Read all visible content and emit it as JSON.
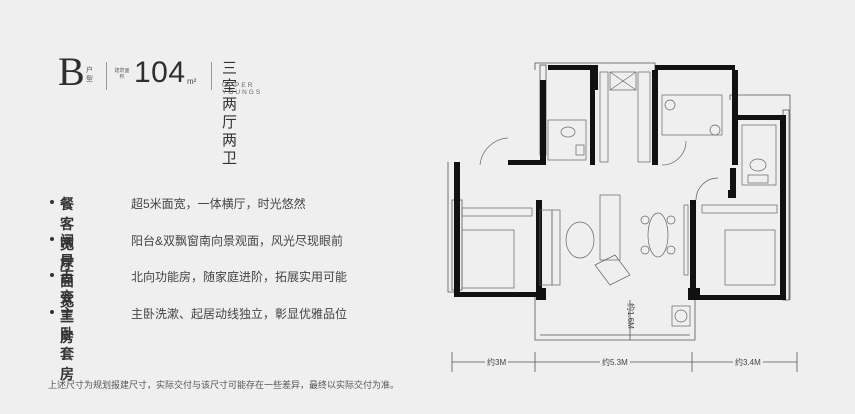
{
  "header": {
    "type_letter": "B",
    "type_suffix": "户型",
    "area_tag": "建筑面积",
    "area_value": "104",
    "area_unit": "m²",
    "layout_title": "三室两厅两卫",
    "layout_subtitle": "UPPER YOUNGS"
  },
  "features": [
    {
      "name": "餐客宽厅",
      "desc": "超5米面宽，一体横厅，时光悠然"
    },
    {
      "name": "阔景面宽",
      "desc": "阳台&双飘窗南向景观面，风光尽现眼前"
    },
    {
      "name": "百变三房",
      "desc": "北向功能房，随家庭进阶，拓展实用可能"
    },
    {
      "name": "主卧套房",
      "desc": "主卧洗漱、起居动线独立，彰显优雅品位"
    }
  ],
  "dimensions": {
    "left_width": "约3M",
    "middle_width": "约5.3M",
    "right_width": "约3.4M",
    "balcony_depth": "约1.6M"
  },
  "footnote": "上述尺寸为规划报建尺寸，实际交付与该尺寸可能存在一些差异，最终以实际交付为准。",
  "colors": {
    "background": "#efefef",
    "wall": "#111111",
    "text": "#333333"
  }
}
